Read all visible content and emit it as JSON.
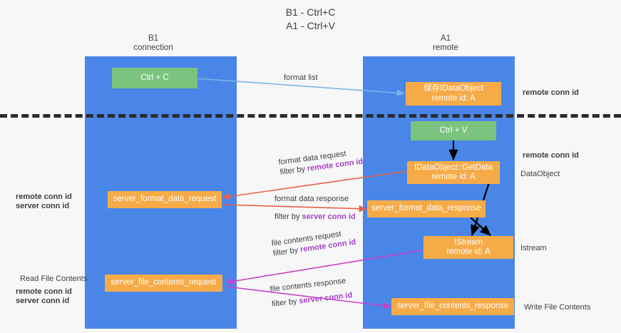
{
  "title": "B1 - Ctrl+C\nA1 - Ctrl+V",
  "lanes": [
    {
      "id": "b1",
      "header": "B1\nconnection",
      "color": "#4a86e8"
    },
    {
      "id": "a1",
      "header": "A1\nremote",
      "color": "#4a86e8"
    }
  ],
  "nodes": {
    "ctrl_c": {
      "line1": "Ctrl + C",
      "line2": "",
      "color": "#7bc47f"
    },
    "idataobject_store": {
      "line1": "保存IDataObject",
      "line2": "remote id: A",
      "color": "#f6ab49"
    },
    "ctrl_v": {
      "line1": "Ctrl + V",
      "line2": "",
      "color": "#7bc47f"
    },
    "getdata": {
      "line1": "IDataObject::GetData",
      "line2": "remote id: A",
      "color": "#f6ab49"
    },
    "server_format_data_request": {
      "line1": "server_format_data_request",
      "line2": "",
      "color": "#f6ab49"
    },
    "server_format_data_response": {
      "line1": "server_format_data_response",
      "line2": "",
      "color": "#f6ab49"
    },
    "istream": {
      "line1": "IStream",
      "line2": "remote id: A",
      "color": "#f6ab49"
    },
    "server_file_contents_request": {
      "line1": "server_file_contents_request",
      "line2": "",
      "color": "#f6ab49"
    },
    "server_file_contents_response": {
      "line1": "server_file_contents_response",
      "line2": "",
      "color": "#f6ab49"
    }
  },
  "edge_labels": {
    "format_list": {
      "text": "format list"
    },
    "format_data_request": {
      "line1": "format data request",
      "prefix": "filter by ",
      "tag": "remote conn id"
    },
    "format_data_response": {
      "line1": "format data response",
      "prefix": "filter by ",
      "tag": "server conn id"
    },
    "file_contents_request": {
      "line1": "file contents request",
      "prefix": "filter by ",
      "tag": "remote conn id"
    },
    "file_contents_response": {
      "line1": "file contents response",
      "prefix": "filter by ",
      "tag": "server conn id"
    }
  },
  "side_labels": {
    "right_remote_conn_id_top": {
      "text": "remote conn id"
    },
    "right_remote_conn_id_mid": {
      "text": "remote conn id"
    },
    "right_dataobject": {
      "text": "DataObject"
    },
    "right_istream": {
      "text": "Istream"
    },
    "right_write_file_contents": {
      "text": "Write File Contents"
    },
    "left_remote_conn_id": {
      "text": "remote conn id"
    },
    "left_server_conn_id": {
      "text": "server conn id"
    },
    "left_read_file_contents": {
      "text": "Read File Contents"
    },
    "left_remote_conn_id2": {
      "text": "remote conn id"
    },
    "left_server_conn_id2": {
      "text": "server conn id"
    }
  },
  "colors": {
    "lane": "#4a86e8",
    "orange": "#f6ab49",
    "green": "#7bc47f",
    "purple": "#a43fc9",
    "green_text": "#79ba7d",
    "arrow_blue": "#7fb3e8",
    "arrow_red": "#e8604c",
    "arrow_magenta": "#c940c9",
    "arrow_black": "#000000",
    "divider": "#2b2b2b",
    "background": "#f7f7f7"
  }
}
